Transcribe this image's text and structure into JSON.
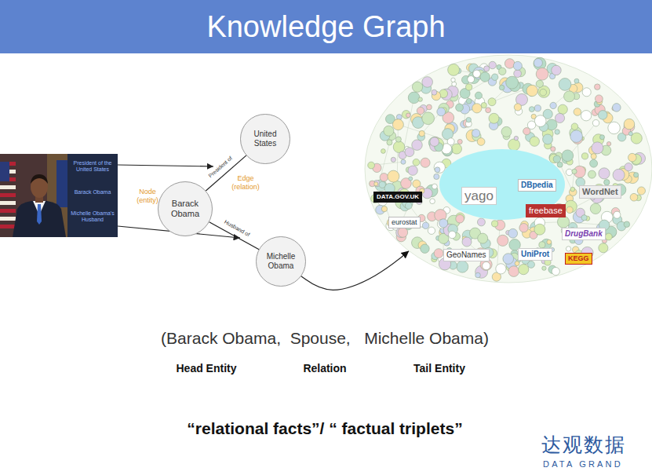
{
  "diagram": {
    "title": "Knowledge Graph",
    "nodes": [
      {
        "text": [
          "President of the United States",
          "Barack Obama",
          "Michelle Obama's Husband"
        ]
      },
      {
        "text": [
          "United States"
        ]
      },
      {
        "text": [
          "Barack Obama"
        ]
      },
      {
        "text": [
          "Michelle Obama"
        ]
      },
      {
        "text": [
          "DBpedia",
          "yago",
          "freebase",
          "WordNet",
          "DATA.GOV.UK",
          "eurostat",
          "GeoNames",
          "UniProt",
          "DrugBank",
          "KEGG"
        ]
      }
    ],
    "edges": [
      {
        "from": 2,
        "to": 1,
        "label": "President of",
        "arrow": "none"
      },
      {
        "from": 2,
        "to": 3,
        "label": "Husband of",
        "arrow": "none"
      },
      {
        "from": 3,
        "to": 4,
        "arrow": "to"
      }
    ],
    "labels": [
      "Node (entity)",
      "Edge (relation)",
      "(Barack Obama,  Spouse,   Michelle Obama)",
      "Head Entity",
      "Relation",
      "Tail Entity",
      "“relational facts”/ “ factual triplets”",
      "达观数据",
      "DATA GRAND"
    ]
  }
}
